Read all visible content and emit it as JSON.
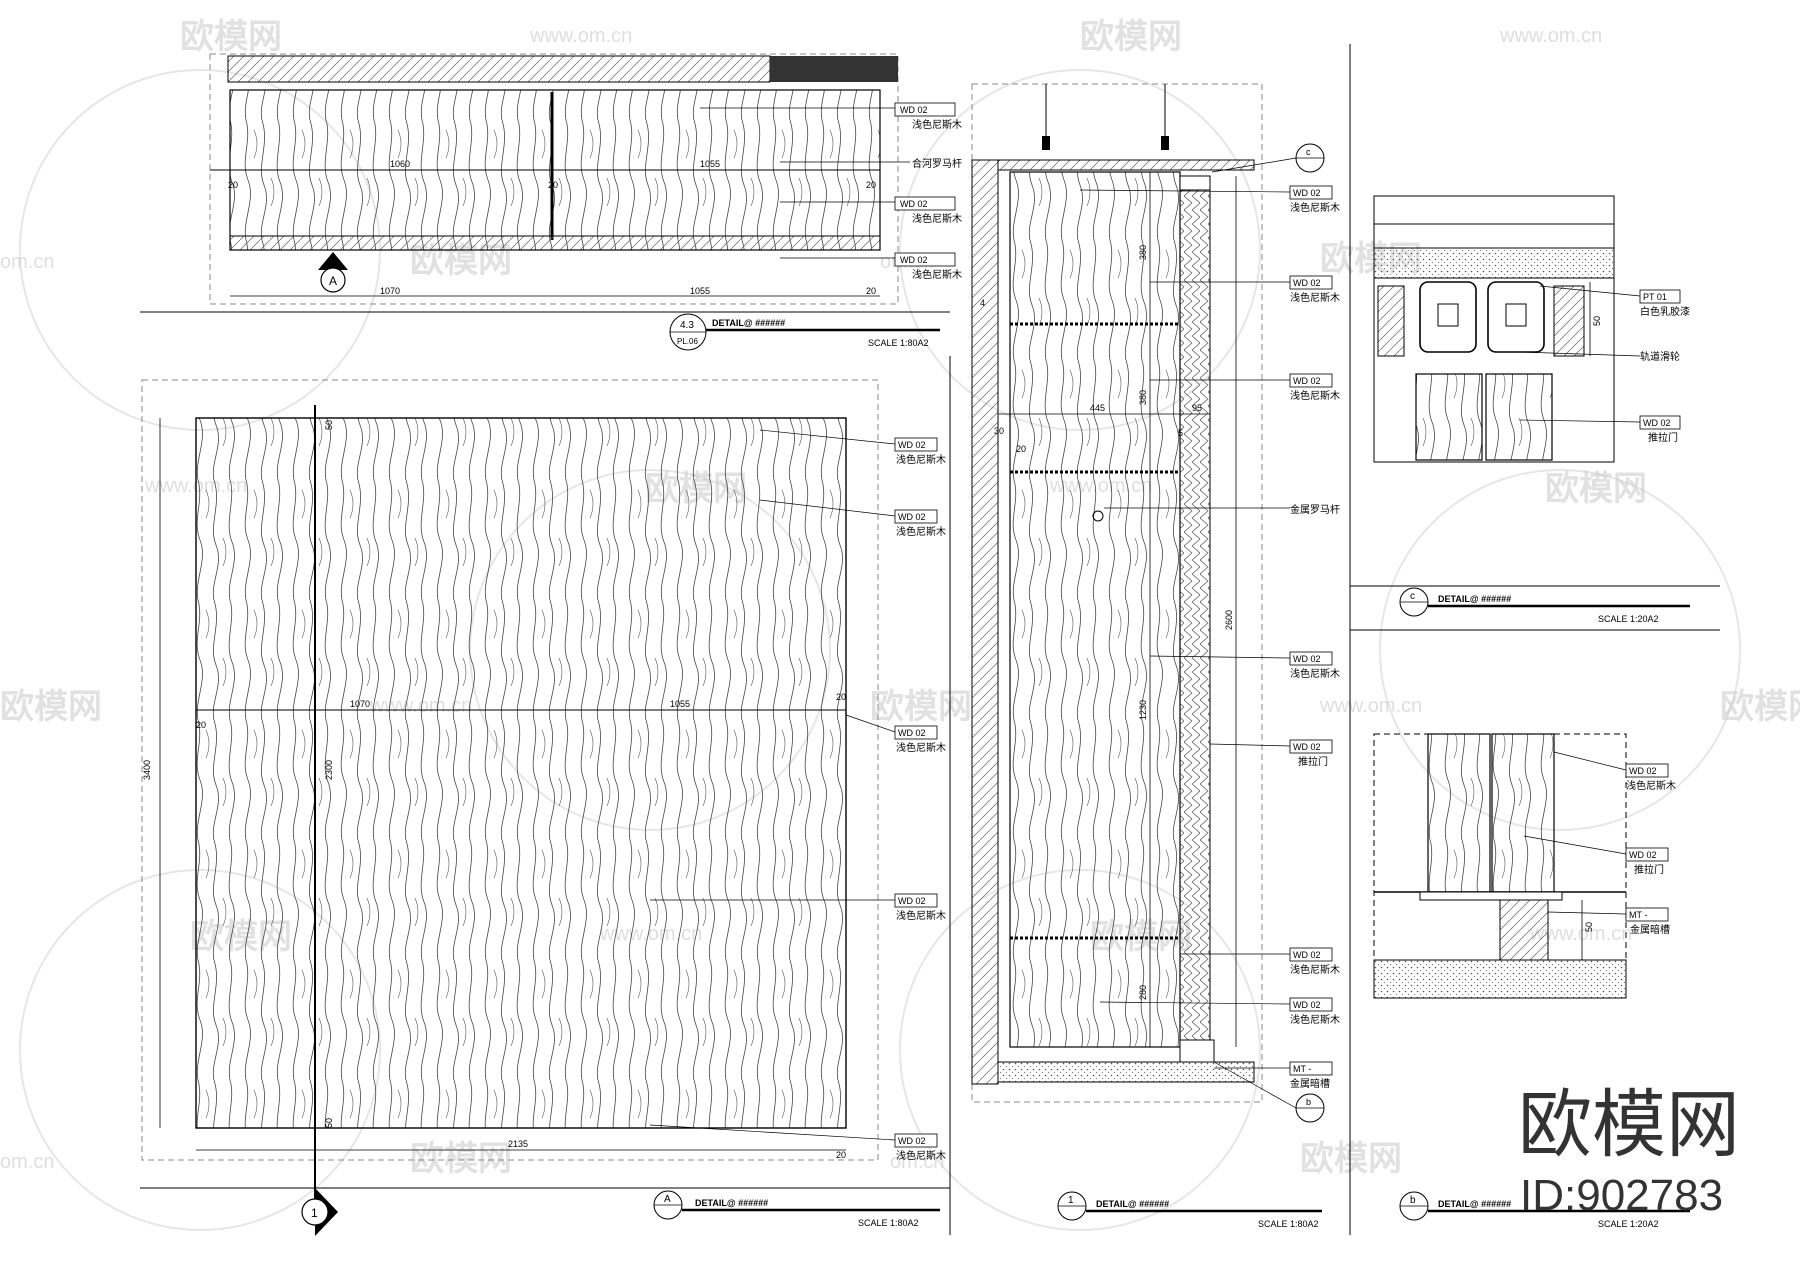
{
  "callouts": {
    "wd02": "WD  02",
    "pt01": "PT  01",
    "mt": "MT  -",
    "light_nis_wood": "浅色尼斯木",
    "rome_rod": "合河罗马杆",
    "metal_rome_rod": "金属罗马杆",
    "sliding_door": "推拉门",
    "white_latex": "白色乳胶漆",
    "track_pulley": "轨道滑轮",
    "metal_groove": "金属暗槽"
  },
  "dims": {
    "d1060": "1060",
    "d1055": "1055",
    "d1070": "1070",
    "d20": "20",
    "d2135": "2135",
    "d3400": "3400",
    "d2300": "2300",
    "d50": "50",
    "d380": "380",
    "d445": "445",
    "d95": "95",
    "d30": "30",
    "d1230": "1230",
    "d2600": "2600",
    "d280": "280",
    "d5": "5",
    "d4": "4"
  },
  "details": {
    "plan": {
      "marker_num": "4.3",
      "marker_sheet": "PL.06",
      "title": "DETAIL@ ######",
      "scale": "SCALE 1:80A2"
    },
    "elevation": {
      "marker_num": "A",
      "title": "DETAIL@ ######",
      "scale": "SCALE 1:80A2"
    },
    "section": {
      "marker_num": "1",
      "title": "DETAIL@ ######",
      "scale": "SCALE 1:80A2"
    },
    "detail_c": {
      "marker_num": "c",
      "title": "DETAIL@ ######",
      "scale": "SCALE 1:20A2"
    },
    "detail_b": {
      "marker_num": "b",
      "title": "DETAIL@ ######",
      "scale": "SCALE 1:20A2"
    }
  },
  "section_tags": {
    "a": "A",
    "one": "1",
    "c": "c",
    "b": "b"
  },
  "watermark": {
    "brand": "欧模网",
    "url": "www.om.cn",
    "url_short": "om.cn",
    "id": "ID:902783"
  }
}
